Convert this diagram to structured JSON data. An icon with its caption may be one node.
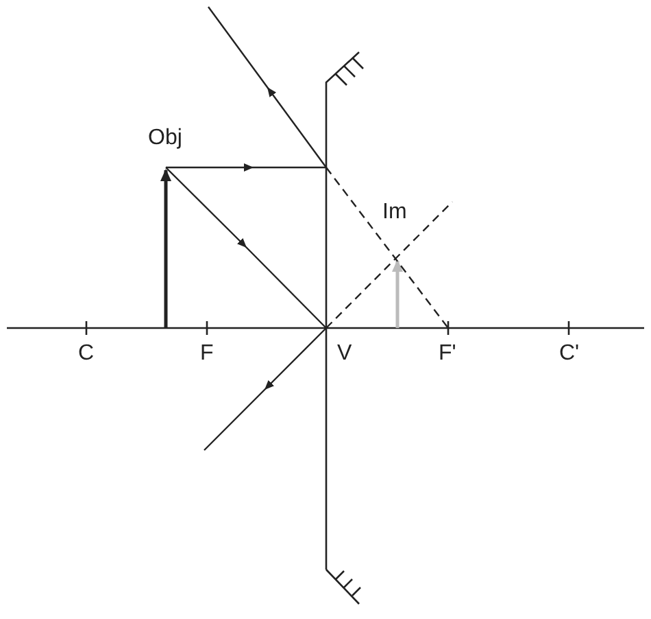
{
  "diagram": {
    "labels": [
      "Obj",
      "Im",
      "C",
      "F",
      "V",
      "F'",
      "C'"
    ]
  }
}
